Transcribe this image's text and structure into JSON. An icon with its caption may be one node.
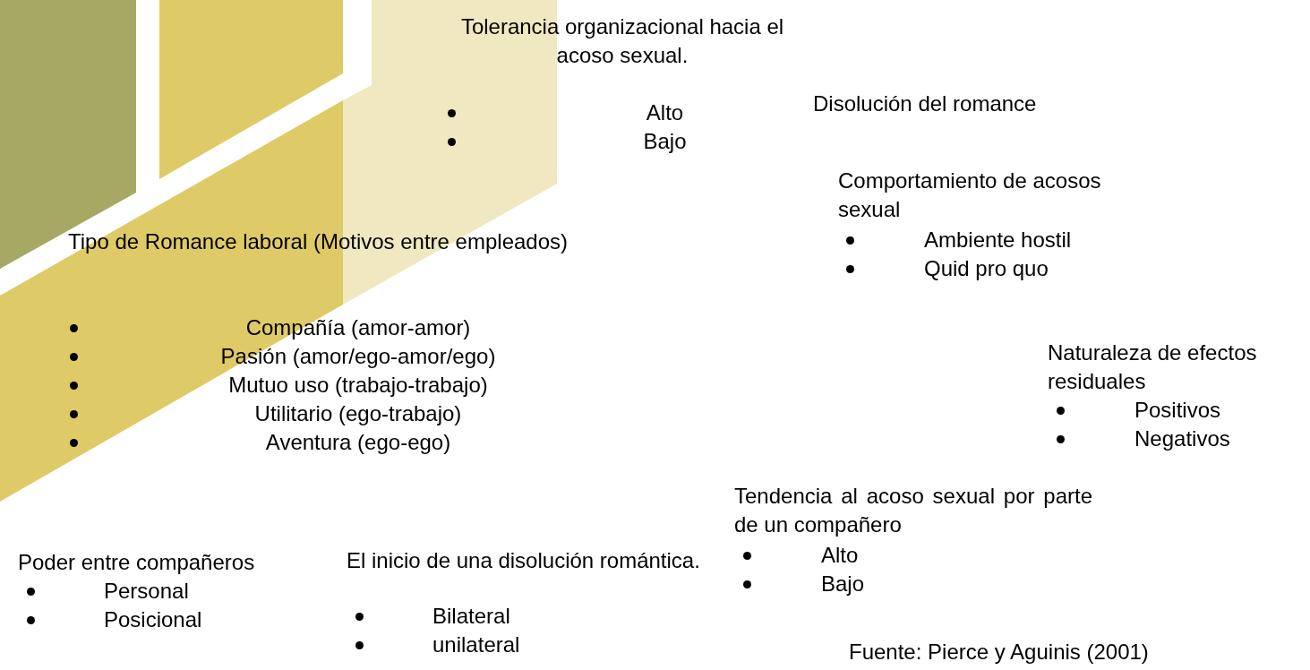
{
  "diagram": {
    "caption": "Fuente: Pierce y Aguinis (2001)",
    "labels": [
      "Tolerancia organizacional hacia el acoso sexual.",
      "Alto",
      "Bajo",
      "Disolución del romance",
      "Comportamiento de acosos sexual",
      "Ambiente hostil",
      "Quid pro quo",
      "Tipo de Romance laboral (Motivos entre empleados)",
      "Compañía (amor-amor)",
      "Pasión (amor/ego-amor/ego)",
      "Mutuo uso (trabajo-trabajo)",
      "Utilitario (ego-trabajo)",
      "Aventura (ego-ego)",
      "Naturaleza de efectos residuales",
      "Positivos",
      "Negativos",
      "Tendencia al acoso sexual por parte de un compañero",
      "Alto",
      "Bajo",
      "Poder entre compañeros",
      "Personal",
      "Posicional",
      "El inicio de una disolución romántica.",
      "Bilateral",
      "unilateral"
    ]
  }
}
